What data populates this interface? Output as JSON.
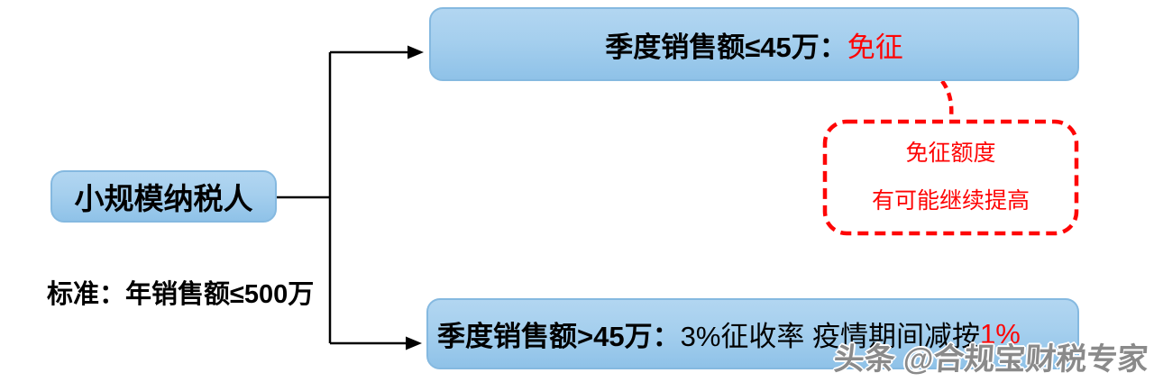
{
  "canvas": {
    "background": "#ffffff"
  },
  "nodes": {
    "root": {
      "label": "小规模纳税人"
    },
    "criteria": {
      "text": "标准：年销售额≤500万"
    },
    "branch_top": {
      "bold": "季度销售额≤45万：",
      "red": "免征"
    },
    "branch_bottom": {
      "bold": "季度销售额>45万：",
      "regular": "3%征收率 疫情期间减按",
      "red": "1%"
    },
    "callout": {
      "line1": "免征额度",
      "line2": "有可能继续提高"
    }
  },
  "watermark": {
    "text": "头条 @合规宝财税专家"
  },
  "colors": {
    "node_fill_top": "#b2d6f1",
    "node_fill_bottom": "#8fc2e8",
    "node_border": "#85b9e0",
    "connector_black": "#000000",
    "accent_red": "#fe0505",
    "watermark_gray": "#8a8a8a"
  }
}
